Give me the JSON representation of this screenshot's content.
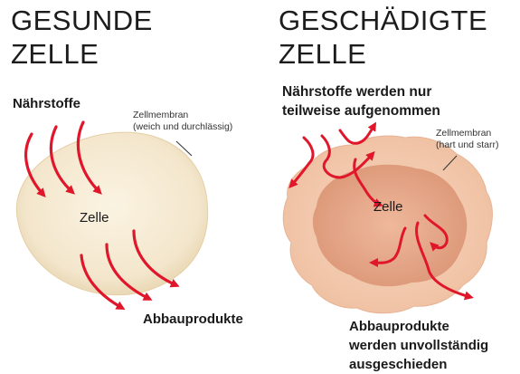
{
  "healthy": {
    "title_line1": "GESUNDE",
    "title_line2": "ZELLE",
    "nutrients_label": "Nährstoffe",
    "membrane_line1": "Zellmembran",
    "membrane_line2": "(weich und durchlässig)",
    "cell_label": "Zelle",
    "waste_label": "Abbauprodukte",
    "cell_color": "#f3e6cc",
    "cell_edge_color": "#e8d3ae"
  },
  "damaged": {
    "title_line1": "GESCHÄDIGTE",
    "title_line2": "ZELLE",
    "nutrients_line1": "Nährstoffe werden nur",
    "nutrients_line2": "teilweise aufgenommen",
    "membrane_line1": "Zellmembran",
    "membrane_line2": "(hart und starr)",
    "cell_label": "Zelle",
    "waste_line1": "Abbauprodukte",
    "waste_line2": "werden unvollständig",
    "waste_line3": "ausgeschieden",
    "cell_outer_color": "#f2c8ad",
    "cell_inner_color": "#e3a487"
  },
  "arrow_color": "#e0162b"
}
